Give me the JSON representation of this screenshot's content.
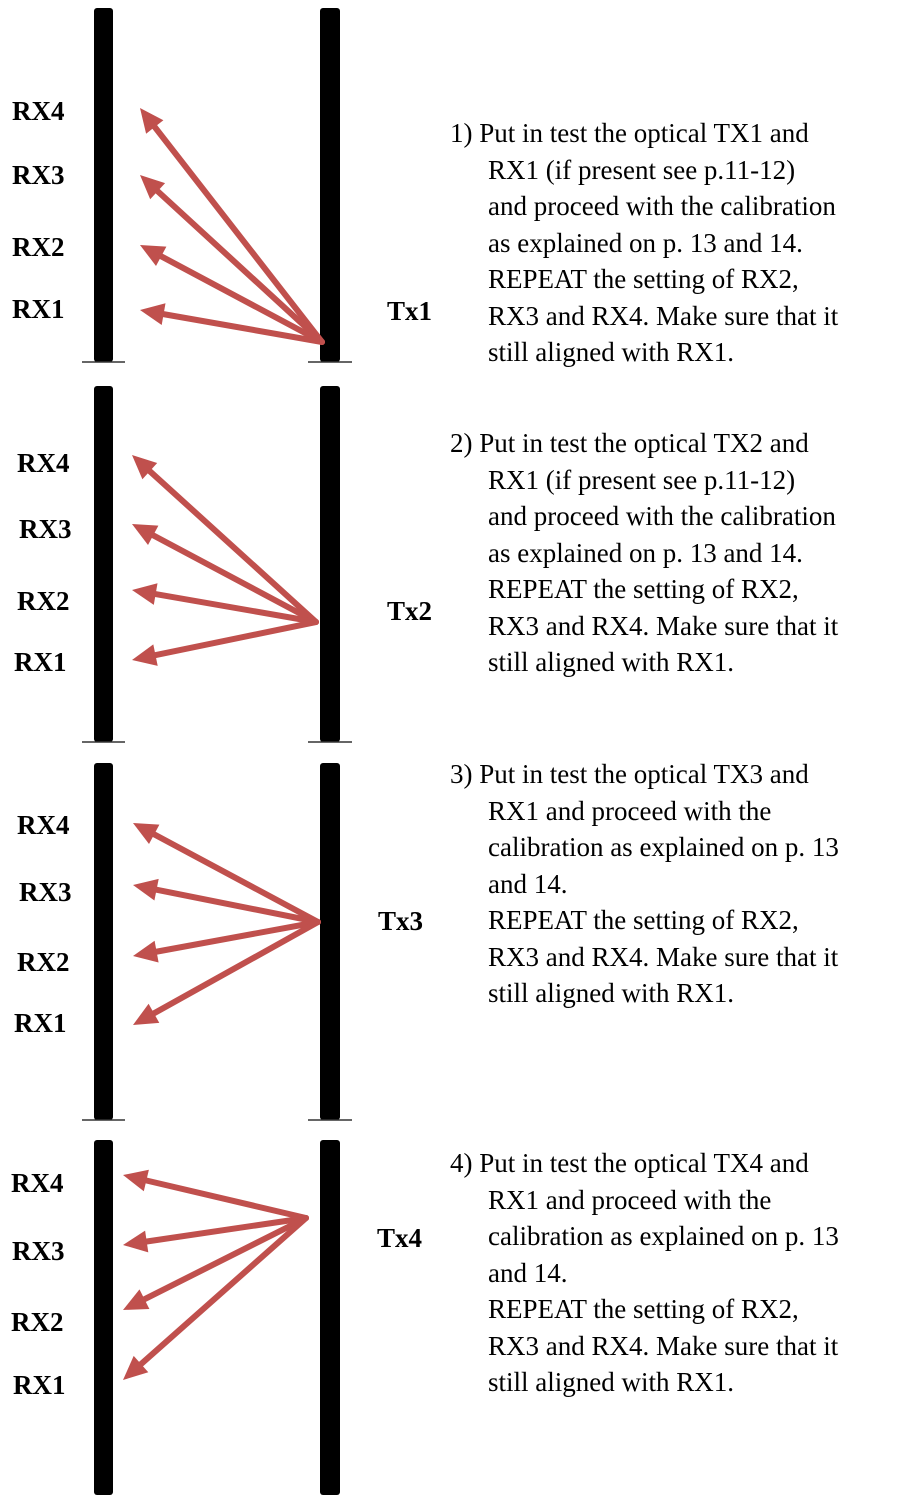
{
  "sections": [
    {
      "tx_label": "Tx1",
      "rx_labels": [
        "RX4",
        "RX3",
        "RX2",
        "RX1"
      ],
      "text_lines": [
        "1) Put in test the optical  TX1 and",
        "RX1 (if present see p.11-12)",
        "and proceed with the calibration",
        "as explained on p. 13 and 14.",
        "REPEAT the setting of RX2,",
        "RX3 and RX4. Make sure that it",
        "still aligned with RX1."
      ]
    },
    {
      "tx_label": "Tx2",
      "rx_labels": [
        "RX4",
        "RX3",
        "RX2",
        "RX1"
      ],
      "text_lines": [
        "2) Put in test the optical  TX2 and",
        "RX1 (if present see p.11-12)",
        "and proceed with the calibration",
        "as explained on p. 13 and 14.",
        "REPEAT the setting of RX2,",
        "RX3 and RX4. Make sure that it",
        "still aligned with RX1."
      ]
    },
    {
      "tx_label": "Tx3",
      "rx_labels": [
        "RX4",
        "RX3",
        "RX2",
        "RX1"
      ],
      "text_lines": [
        "3) Put in test the optical  TX3 and",
        "RX1 and proceed with the",
        "calibration as explained on p. 13",
        "and 14.",
        "REPEAT the setting of RX2,",
        "RX3 and RX4. Make sure that it",
        "still aligned with RX1."
      ]
    },
    {
      "tx_label": "Tx4",
      "rx_labels": [
        "RX4",
        "RX3",
        "RX2",
        "RX1"
      ],
      "text_lines": [
        "4) Put in test the optical  TX4 and",
        "RX1 and proceed with the",
        "calibration as explained on p. 13",
        "and 14.",
        "REPEAT the setting of RX2,",
        "RX3 and RX4. Make sure that it",
        "still aligned with RX1."
      ]
    }
  ],
  "colors": {
    "arrow": "#c0504d",
    "column": "#000000"
  }
}
